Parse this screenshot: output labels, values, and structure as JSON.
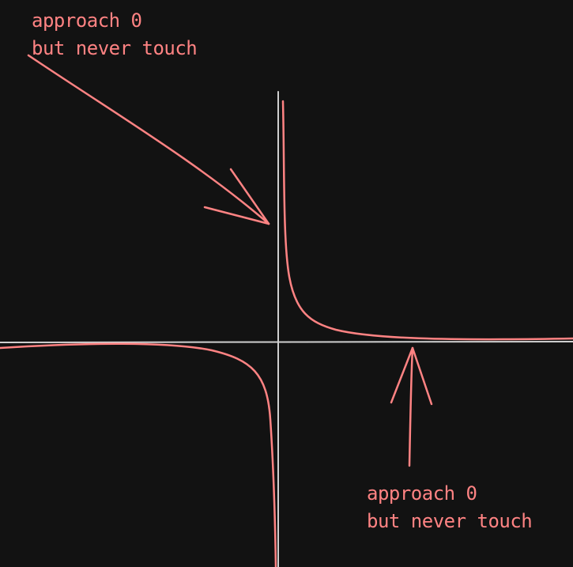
{
  "colors": {
    "background": "#121212",
    "axis": "#cfcfcf",
    "curve": "#ff8383",
    "annotation": "#ff8383"
  },
  "annotations": [
    {
      "id": "top-left",
      "line1": "approach 0",
      "line2": "but never touch"
    },
    {
      "id": "bottom-right",
      "line1": "approach 0",
      "line2": "but never touch"
    }
  ]
}
